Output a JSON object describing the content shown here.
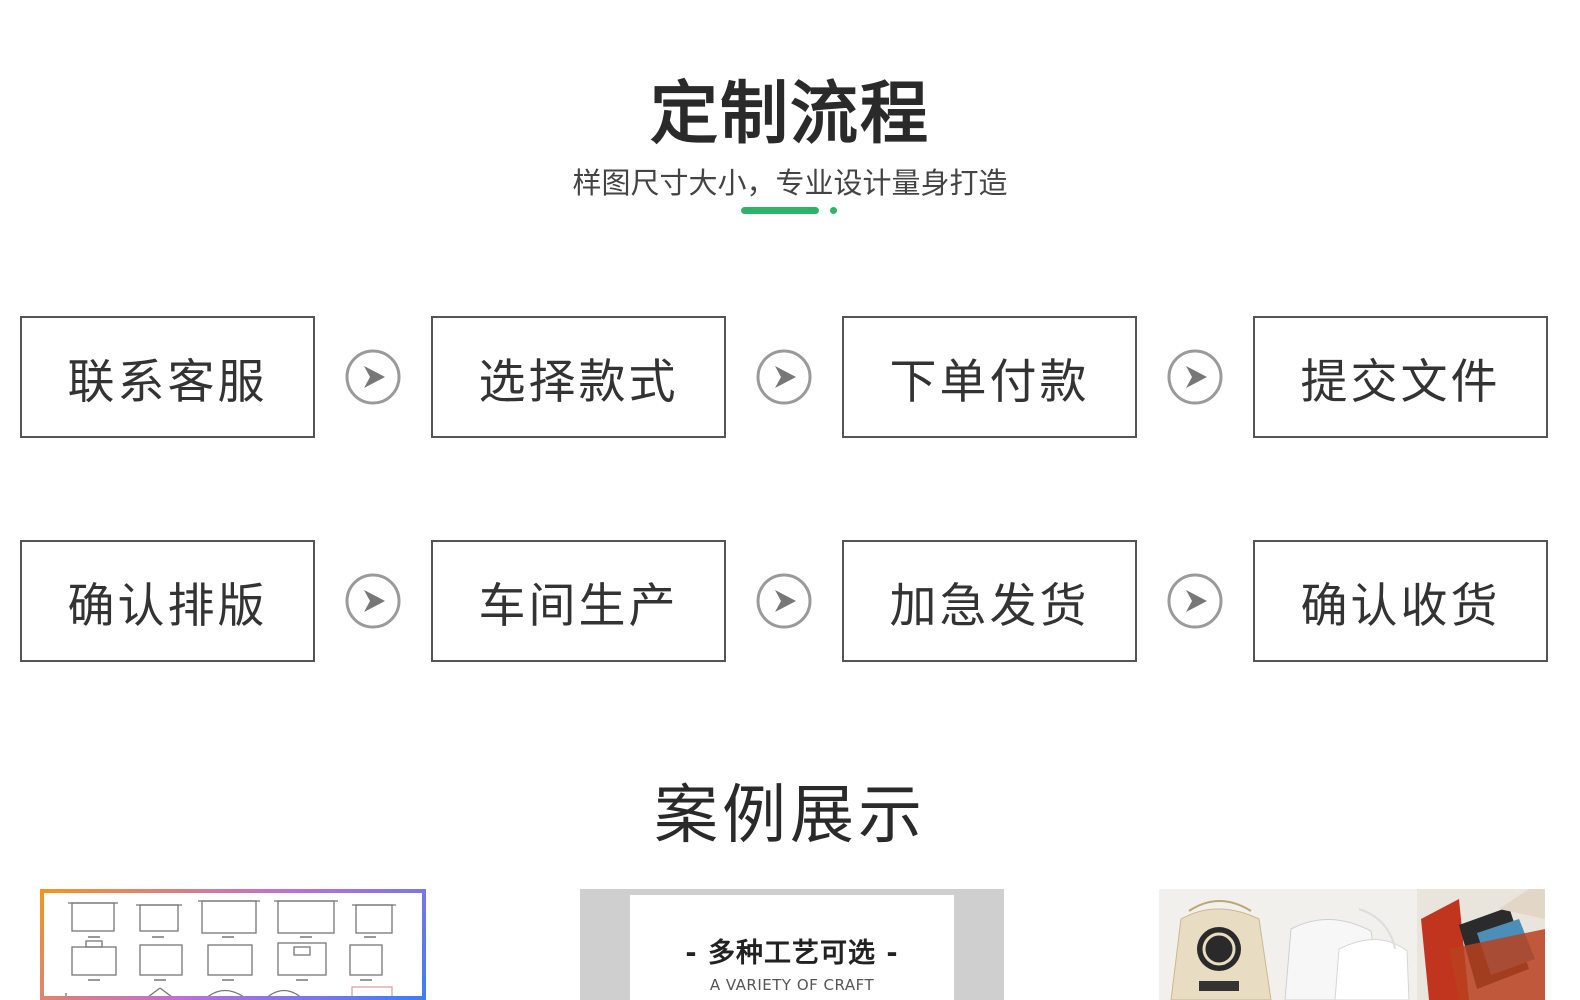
{
  "process": {
    "title": "定制流程",
    "subtitle": "样图尺寸大小，专业设计量身打造",
    "accent_color": "#2db36a",
    "steps": [
      {
        "label": "联系客服"
      },
      {
        "label": "选择款式"
      },
      {
        "label": "下单付款"
      },
      {
        "label": "提交文件"
      },
      {
        "label": "确认排版"
      },
      {
        "label": "车间生产"
      },
      {
        "label": "加急发货"
      },
      {
        "label": "确认收货"
      }
    ],
    "arrow_icon": "circle-play-arrow-icon"
  },
  "cases": {
    "title": "案例展示",
    "items": [
      {
        "kind": "bag-size-diagram",
        "border_colors": [
          "#f7931e",
          "#c06fd6",
          "#3f7df5"
        ]
      },
      {
        "kind": "craft-banner",
        "title": "- 多种工艺可选 -",
        "subtitle": "A VARIETY OF CRAFT"
      },
      {
        "kind": "product-photo"
      }
    ]
  }
}
